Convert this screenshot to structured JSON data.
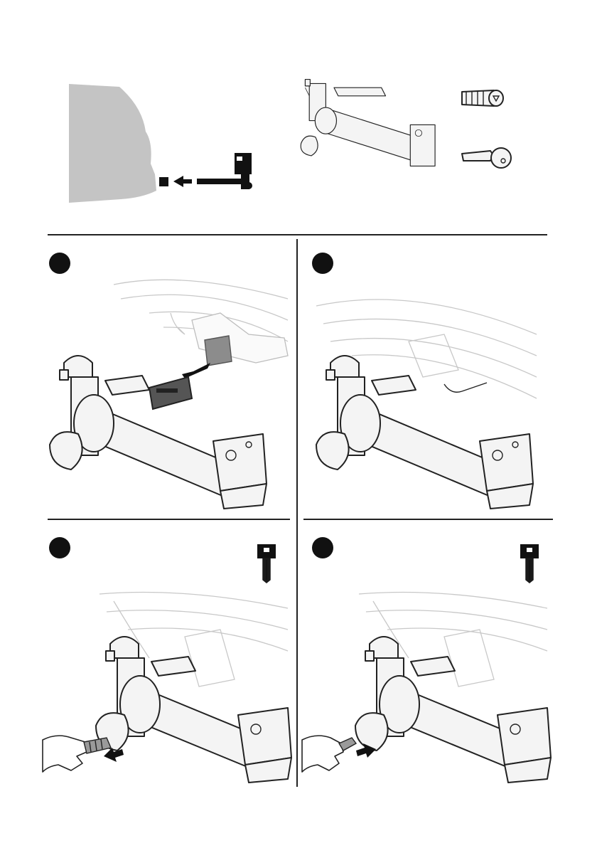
{
  "page": {
    "background": "#ffffff",
    "line_color": "#222222",
    "vehicle_fill": "#c4c4c4",
    "highlight_fill": "#8c8c8c"
  },
  "panels": [
    {
      "id": "overview",
      "icon": "hitch-overview"
    },
    {
      "id": "step-1",
      "icon": "insert-rack-into-receiver"
    },
    {
      "id": "step-2",
      "icon": "rack-seated-in-receiver"
    },
    {
      "id": "step-3",
      "icon": "insert-lock-cylinder",
      "key_icon": "key-icon"
    },
    {
      "id": "step-4",
      "icon": "remove-key",
      "key_icon": "key-icon"
    }
  ]
}
